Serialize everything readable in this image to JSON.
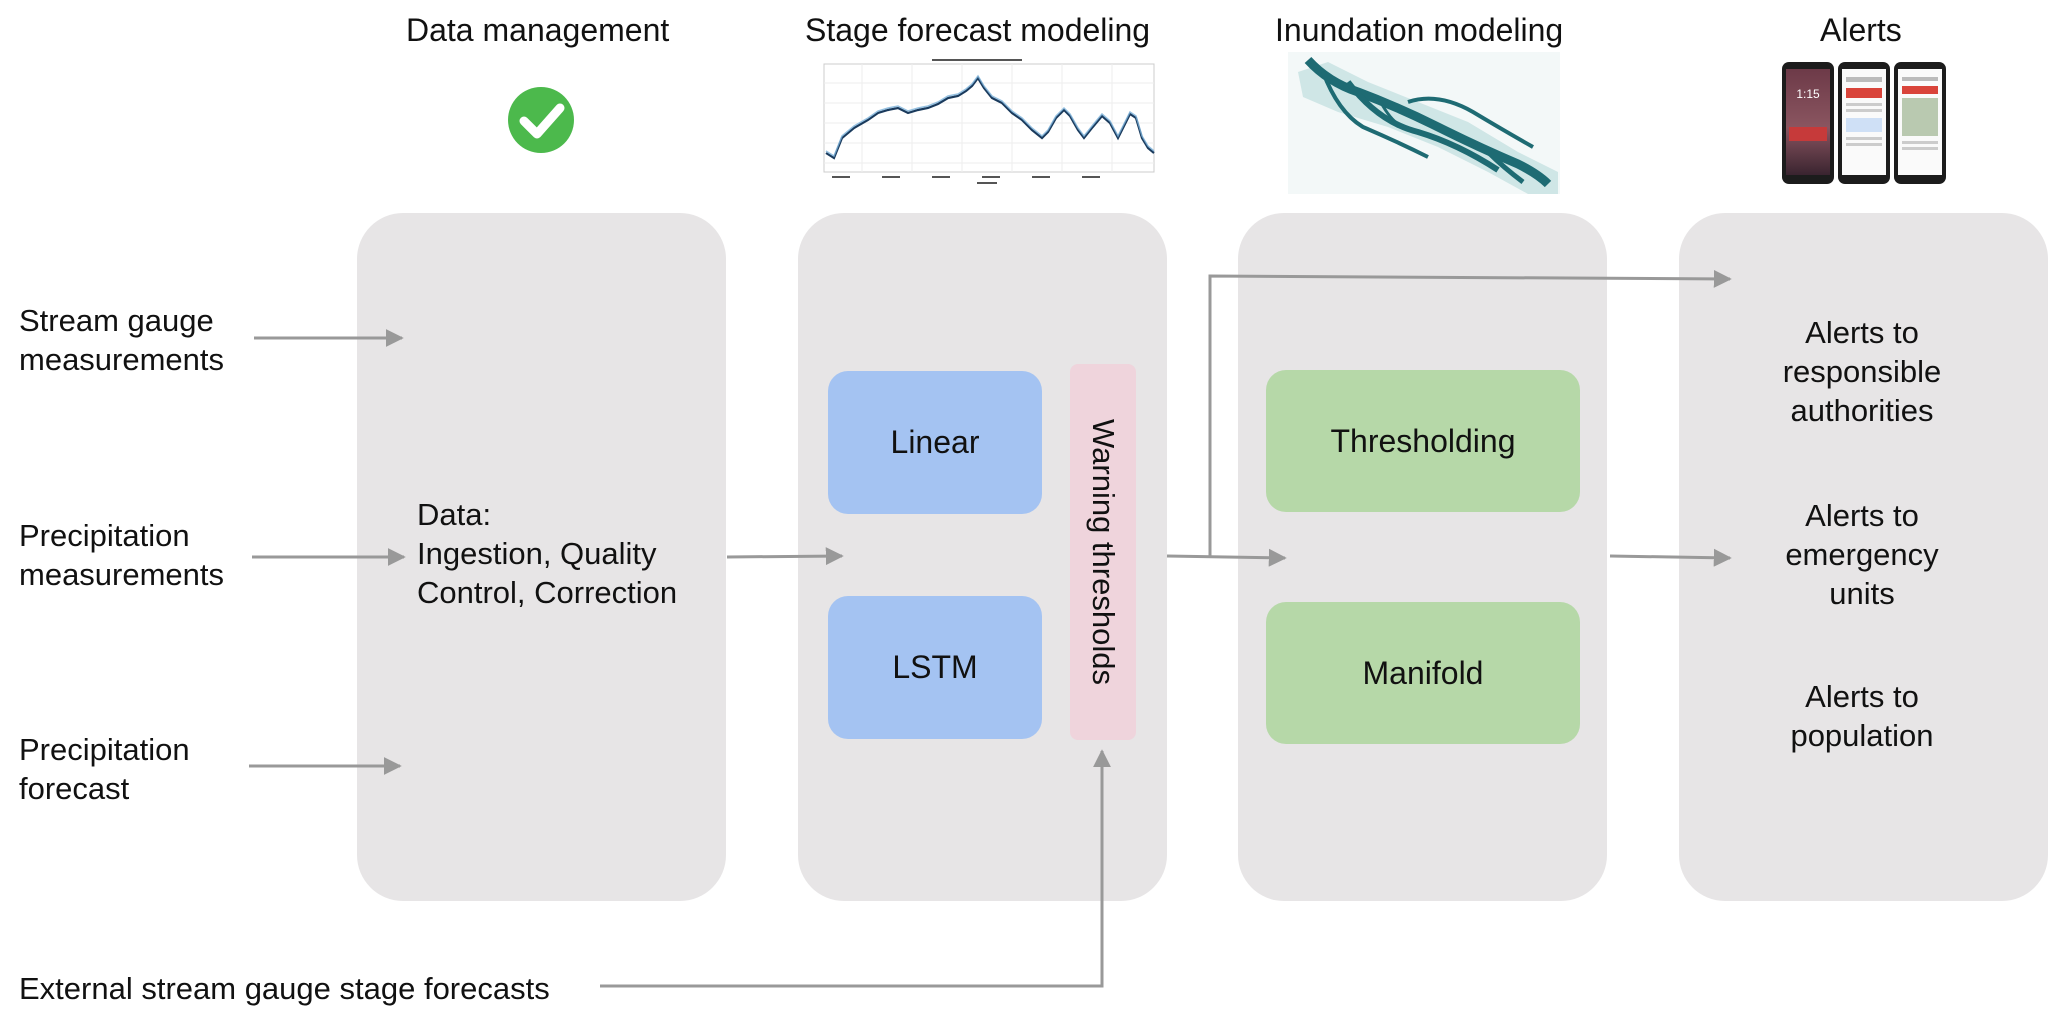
{
  "columns": {
    "data_management": "Data management",
    "stage_forecast": "Stage forecast modeling",
    "inundation": "Inundation modeling",
    "alerts": "Alerts"
  },
  "inputs": {
    "stream_gauge": [
      "Stream gauge",
      "measurements"
    ],
    "precip_meas": [
      "Precipitation",
      "measurements"
    ],
    "precip_fc": [
      "Precipitation",
      "forecast"
    ],
    "external": "External stream gauge stage forecasts"
  },
  "data_panel": [
    "Data:",
    "Ingestion, Quality",
    "Control, Correction"
  ],
  "models": {
    "linear": "Linear",
    "lstm": "LSTM",
    "warning": "Warning thresholds",
    "thresholding": "Thresholding",
    "manifold": "Manifold"
  },
  "alerts": {
    "authorities": [
      "Alerts to",
      "responsible",
      "authorities"
    ],
    "emergency": [
      "Alerts to",
      "emergency",
      "units"
    ],
    "population": [
      "Alerts to",
      "population"
    ],
    "phone_time": "1:15"
  },
  "colors": {
    "panel": "#e7e5e6",
    "model_blue": "#a4c3f2",
    "model_green": "#b6d8a8",
    "warning_pink": "#efd4dc",
    "check_green": "#4cb94c",
    "arrow": "#999999",
    "river": "#1e6b73"
  },
  "icons": [
    "check-circle-icon",
    "stage-chart-thumbnail",
    "inundation-map-thumbnail",
    "phone-alerts-thumbnail"
  ]
}
